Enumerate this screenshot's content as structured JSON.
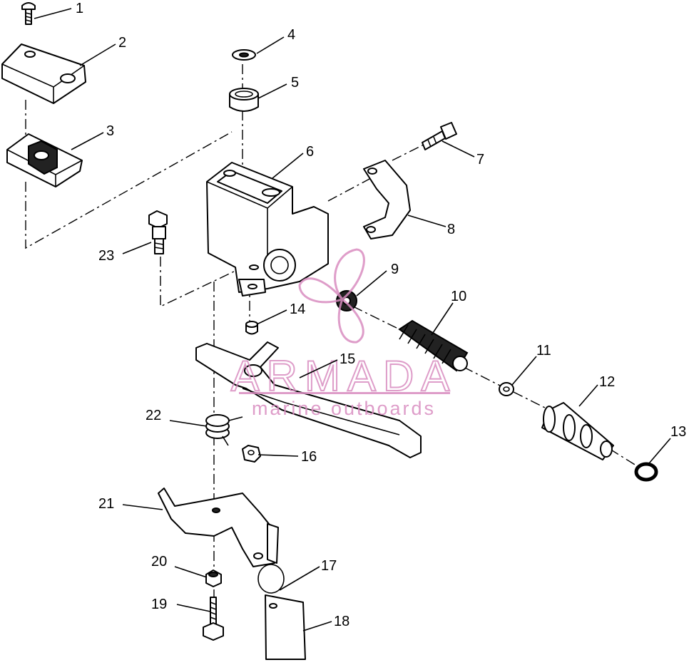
{
  "callouts": [
    {
      "id": "1",
      "label": "1"
    },
    {
      "id": "2",
      "label": "2"
    },
    {
      "id": "3",
      "label": "3"
    },
    {
      "id": "4",
      "label": "4"
    },
    {
      "id": "5",
      "label": "5"
    },
    {
      "id": "6",
      "label": "6"
    },
    {
      "id": "7",
      "label": "7"
    },
    {
      "id": "8",
      "label": "8"
    },
    {
      "id": "9",
      "label": "9"
    },
    {
      "id": "10",
      "label": "10"
    },
    {
      "id": "11",
      "label": "11"
    },
    {
      "id": "12",
      "label": "12"
    },
    {
      "id": "13",
      "label": "13"
    },
    {
      "id": "14",
      "label": "14"
    },
    {
      "id": "15",
      "label": "15"
    },
    {
      "id": "16",
      "label": "16"
    },
    {
      "id": "17",
      "label": "17"
    },
    {
      "id": "18",
      "label": "18"
    },
    {
      "id": "19",
      "label": "19"
    },
    {
      "id": "20",
      "label": "20"
    },
    {
      "id": "21",
      "label": "21"
    },
    {
      "id": "22",
      "label": "22"
    },
    {
      "id": "23",
      "label": "23"
    }
  ],
  "watermark": {
    "brand": "ARMADA",
    "tagline": "marine outboards",
    "color": "#d98cc0"
  }
}
